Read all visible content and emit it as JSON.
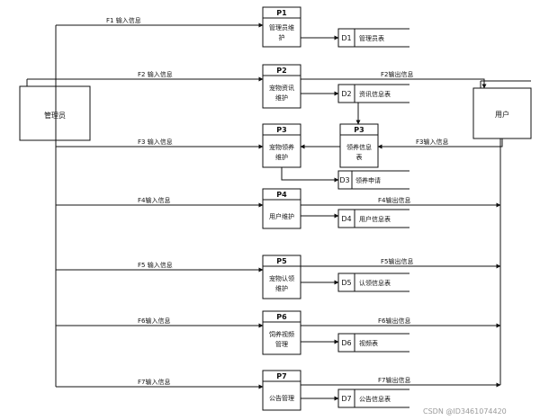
{
  "entities": {
    "admin": "管理员",
    "user": "用户"
  },
  "processes": [
    {
      "id": "P1",
      "name": [
        "管理员维",
        "护"
      ]
    },
    {
      "id": "P2",
      "name": [
        "宠物资讯",
        "维护"
      ]
    },
    {
      "id": "P3",
      "name": [
        "宠物领养",
        "维护"
      ]
    },
    {
      "id": "P3",
      "name": [
        "领养信息",
        "表"
      ]
    },
    {
      "id": "P4",
      "name": [
        "用户维护"
      ]
    },
    {
      "id": "P5",
      "name": [
        "宠物认领",
        "维护"
      ]
    },
    {
      "id": "P6",
      "name": [
        "饲养视频",
        "管理"
      ]
    },
    {
      "id": "P7",
      "name": [
        "公告管理"
      ]
    }
  ],
  "stores": [
    {
      "id": "D1",
      "name": "管理员表"
    },
    {
      "id": "D2",
      "name": "资讯信息表"
    },
    {
      "id": "D3",
      "name": "领养申请"
    },
    {
      "id": "D4",
      "name": "用户信息表"
    },
    {
      "id": "D5",
      "name": "认领信息表"
    },
    {
      "id": "D6",
      "name": "视频表"
    },
    {
      "id": "D7",
      "name": "公告信息表"
    }
  ],
  "flows": {
    "in": [
      "F1 输入信息",
      "F2 输入信息",
      "F3 输入信息",
      "F4输入信息",
      "F5 输入信息",
      "F6输入信息",
      "F7输入信息"
    ],
    "out": [
      "F2输出信息",
      "F4输出信息",
      "F5输出信息",
      "F6输出信息",
      "F7输出信息"
    ],
    "user_in": "F3输入信息"
  },
  "watermark": "CSDN @ID3461074420"
}
